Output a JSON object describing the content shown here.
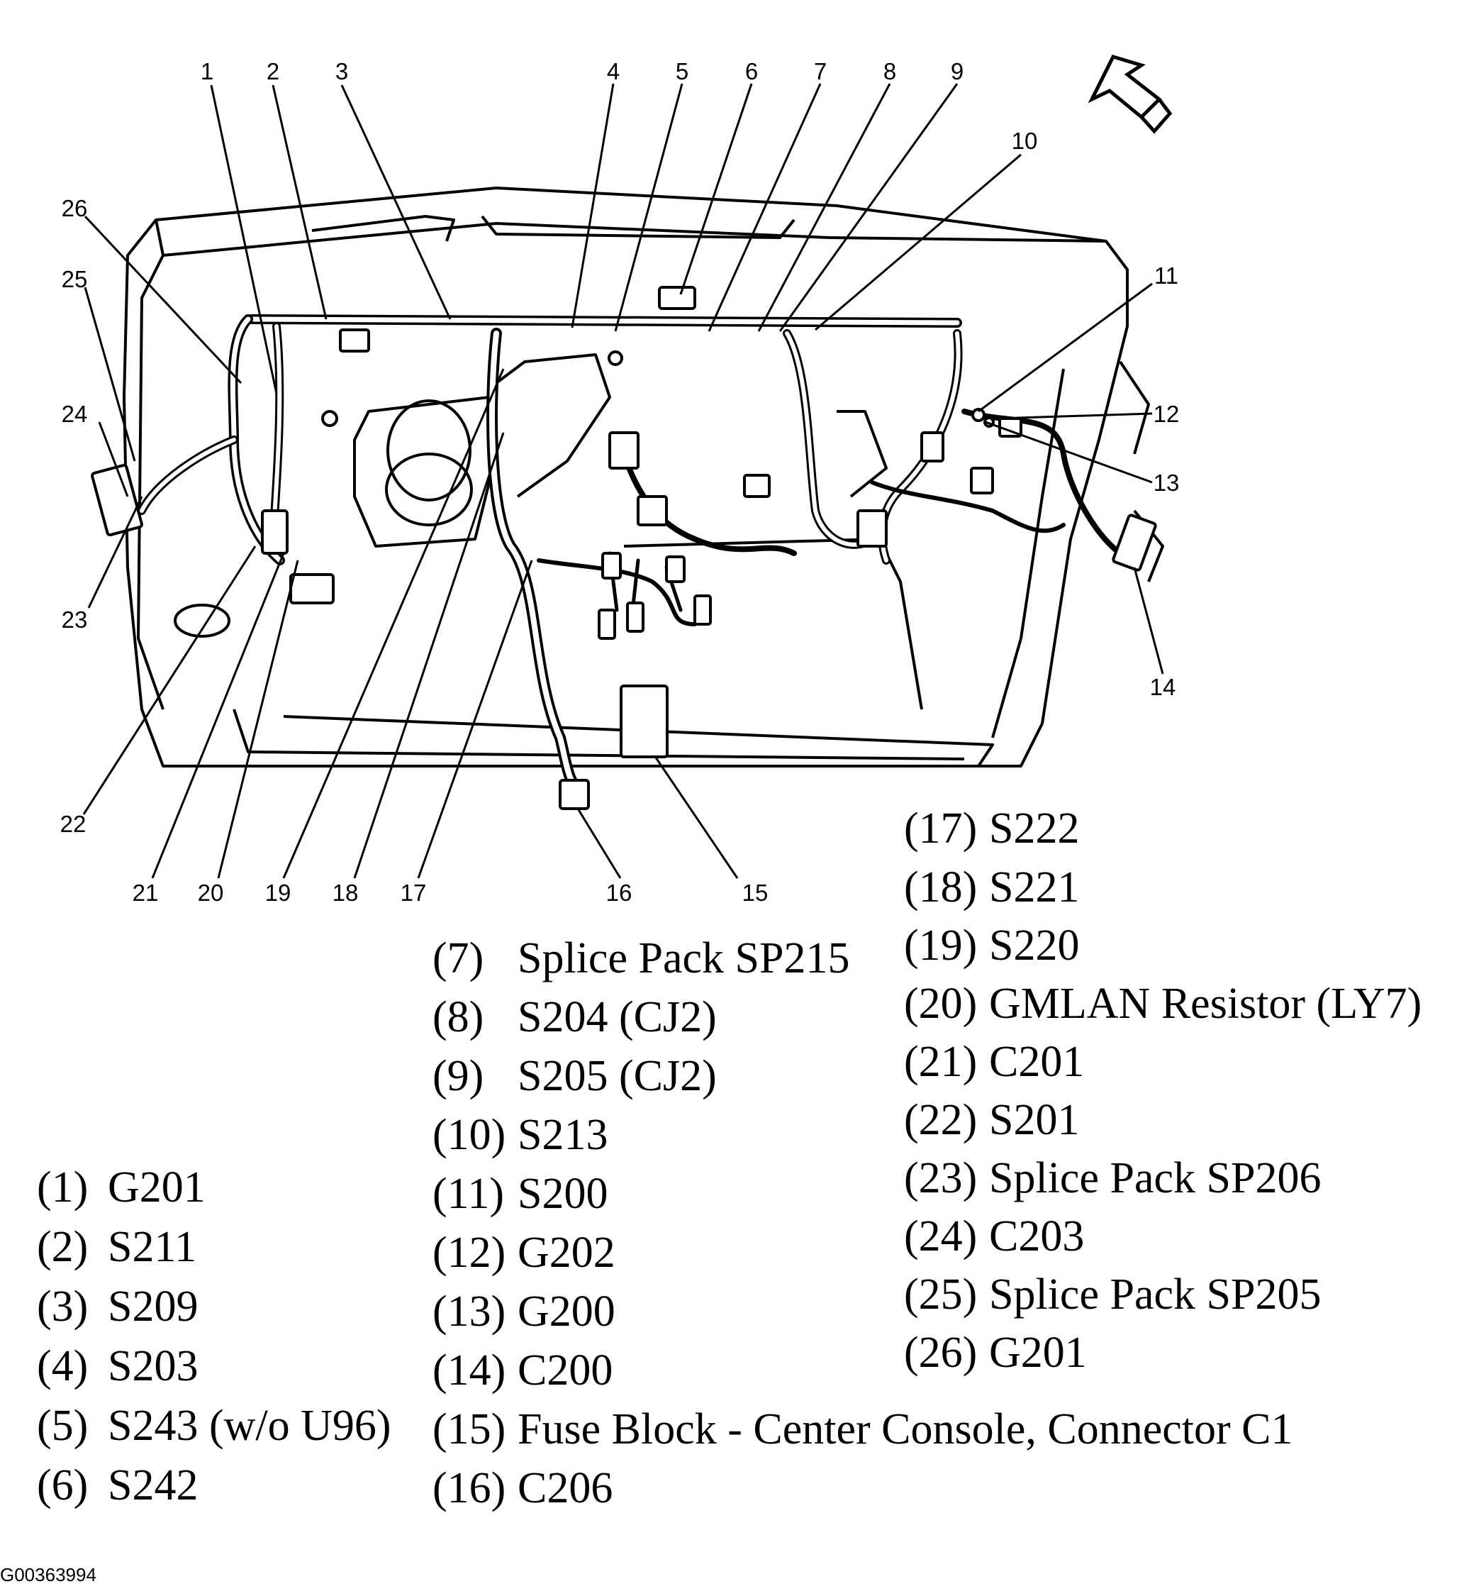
{
  "figure_id": "G00363994",
  "callouts": [
    "1",
    "2",
    "3",
    "4",
    "5",
    "6",
    "7",
    "8",
    "9",
    "10",
    "11",
    "12",
    "13",
    "14",
    "15",
    "16",
    "17",
    "18",
    "19",
    "20",
    "21",
    "22",
    "23",
    "24",
    "25",
    "26"
  ],
  "legend": [
    {
      "num": "(1)",
      "label": "G201"
    },
    {
      "num": "(2)",
      "label": "S211"
    },
    {
      "num": "(3)",
      "label": "S209"
    },
    {
      "num": "(4)",
      "label": "S203"
    },
    {
      "num": "(5)",
      "label": "S243 (w/o U96)"
    },
    {
      "num": "(6)",
      "label": "S242"
    },
    {
      "num": "(7)",
      "label": "Splice Pack SP215"
    },
    {
      "num": "(8)",
      "label": "S204 (CJ2)"
    },
    {
      "num": "(9)",
      "label": "S205 (CJ2)"
    },
    {
      "num": "(10)",
      "label": "S213"
    },
    {
      "num": "(11)",
      "label": "S200"
    },
    {
      "num": "(12)",
      "label": "G202"
    },
    {
      "num": "(13)",
      "label": "G200"
    },
    {
      "num": "(14)",
      "label": "C200"
    },
    {
      "num": "(15)",
      "label": "Fuse Block - Center Console, Connector C1"
    },
    {
      "num": "(16)",
      "label": "C206"
    },
    {
      "num": "(17)",
      "label": "S222"
    },
    {
      "num": "(18)",
      "label": "S221"
    },
    {
      "num": "(19)",
      "label": "S220"
    },
    {
      "num": "(20)",
      "label": "GMLAN Resistor (LY7)"
    },
    {
      "num": "(21)",
      "label": "C201"
    },
    {
      "num": "(22)",
      "label": "S201"
    },
    {
      "num": "(23)",
      "label": "Splice Pack SP206"
    },
    {
      "num": "(24)",
      "label": "C203"
    },
    {
      "num": "(25)",
      "label": "Splice Pack SP205"
    },
    {
      "num": "(26)",
      "label": "G201"
    }
  ]
}
